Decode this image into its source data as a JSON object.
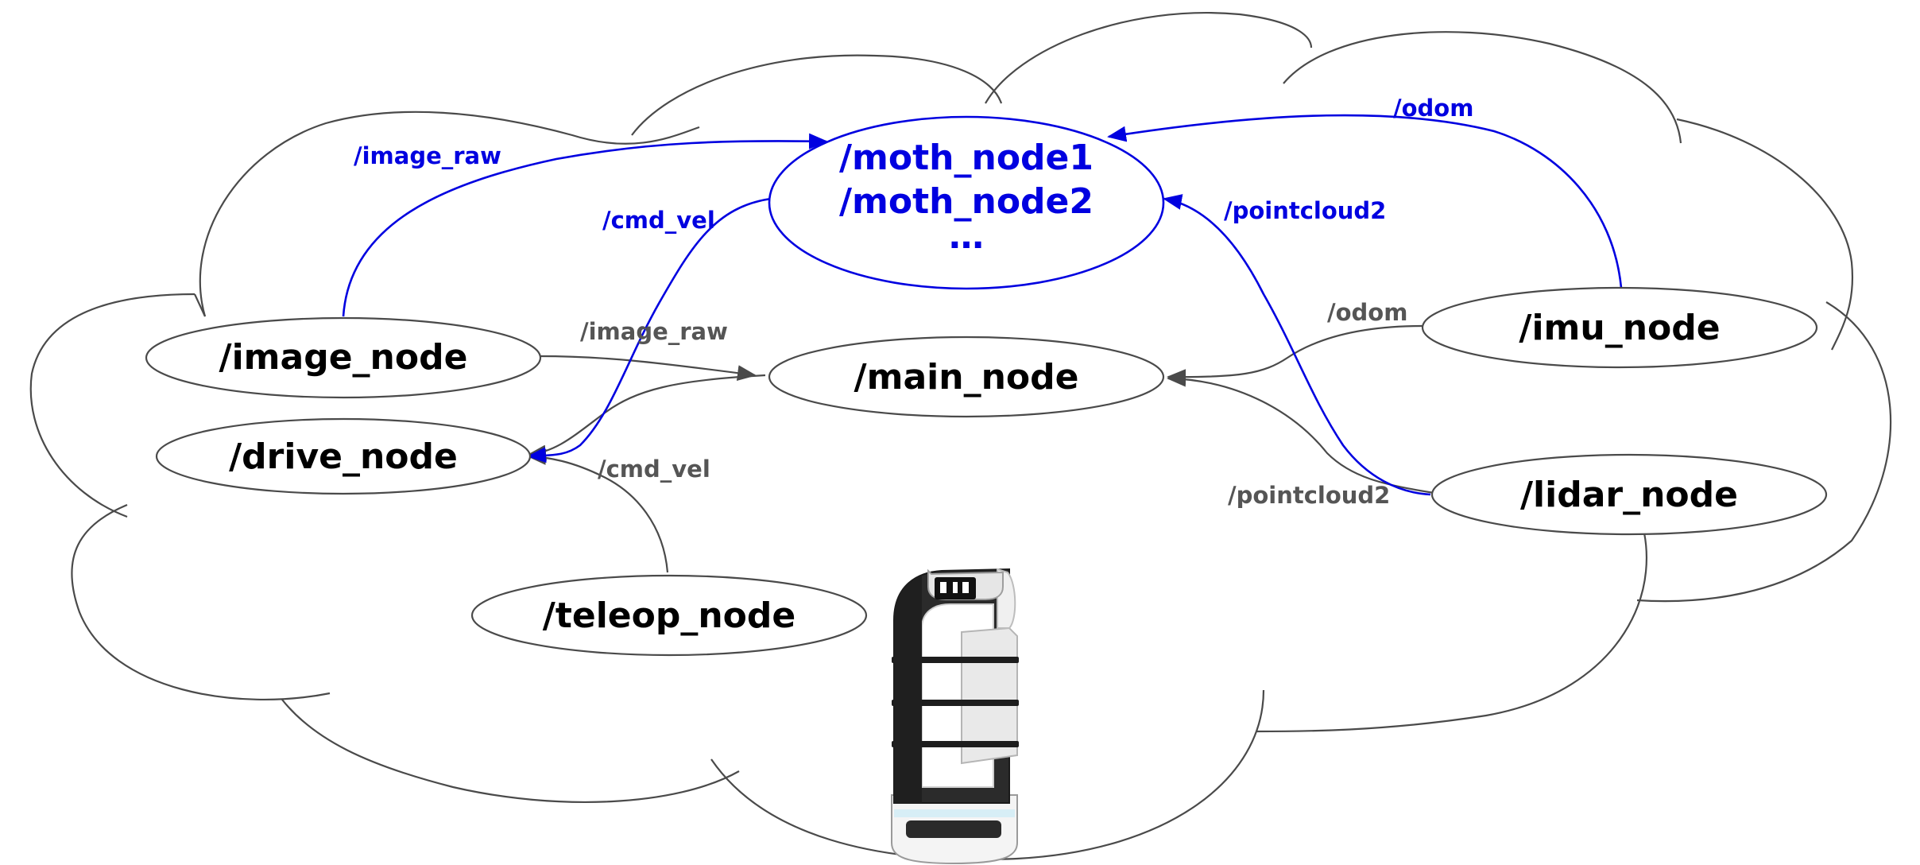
{
  "colors": {
    "blue": "#0000e0",
    "gray": "#4a4a4a",
    "text": "#000000",
    "edge_gray_text": "#555555"
  },
  "nodes": {
    "moth": {
      "line1": "/moth_node1",
      "line2": "/moth_node2",
      "line3": "…"
    },
    "image": "/image_node",
    "main": "/main_node",
    "drive": "/drive_node",
    "teleop": "/teleop_node",
    "imu": "/imu_node",
    "lidar": "/lidar_node"
  },
  "topics_blue": {
    "image_raw": "/image_raw",
    "cmd_vel": "/cmd_vel",
    "odom": "/odom",
    "pointcloud2": "/pointcloud2"
  },
  "topics_gray": {
    "image_raw": "/image_raw",
    "cmd_vel": "/cmd_vel",
    "odom": "/odom",
    "pointcloud2": "/pointcloud2"
  },
  "robot_image": {
    "icon": "serving-robot-icon"
  }
}
